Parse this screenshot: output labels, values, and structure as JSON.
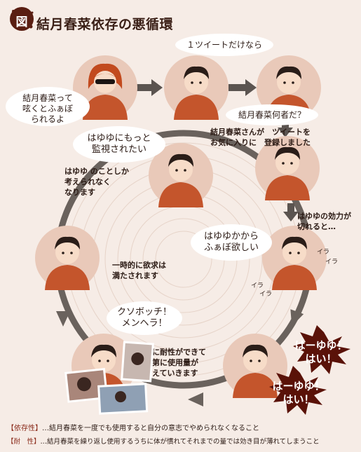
{
  "title": {
    "badge": "図",
    "text": "結月春菜依存の悪循環"
  },
  "bubbles": {
    "ui_speech": "結月春菜って\n呟くとふぁぼ\nられるよ",
    "one_tweet": "１ツイートだけなら",
    "who": "結月春菜何者だ？",
    "want_watch": "はゆゆにもっと\n監視されたい",
    "want_fav": "はゆゆかから\nふぁぼ欲しい",
    "kunbocchi": "クソボッチ！\nメンヘラ！"
  },
  "labels": {
    "registered": "結月春菜さんが　ツイートを\nお気に入りに　登録しました",
    "only_hayuyu": "はゆゆ のことしか\n考えられなく\nなります",
    "effect_wears": "はゆゆの効力が\n切れると…",
    "satisfied": "一時的に欲求は\n満たされます",
    "tolerance": "体に耐性ができて\n次第に使用量が\n増えていきます"
  },
  "irai": [
    "イラ",
    "イラ",
    "イラ",
    "イラ"
  ],
  "bursts": [
    "はーゆゆ！\nはい！",
    "はーゆゆ！\nはい！"
  ],
  "footer": {
    "line1_key": "【依存性】",
    "line1_text": "…結月春菜を一度でも使用すると自分の意志でやめられなくなること",
    "line2_key": "【耐　性】",
    "line2_text": "…結月春菜を繰り返し使用するうちに体が慣れてそれまでの量では効き目が薄れてしまうこと"
  },
  "colors": {
    "background": "#f6ece6",
    "circle": "#e9c9b9",
    "shirt": "#c4552c",
    "arrow": "#5b5450",
    "burst": "#5a1208"
  }
}
